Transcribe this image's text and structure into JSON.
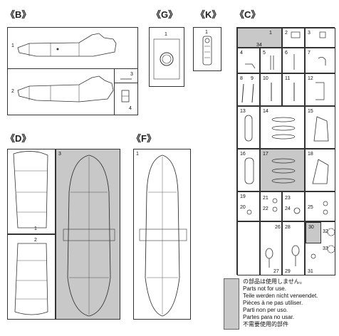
{
  "sections": {
    "B": {
      "label": "《B》",
      "parts": [
        "1",
        "2",
        "3",
        "4"
      ]
    },
    "G": {
      "label": "《G》",
      "parts": [
        "1"
      ]
    },
    "K": {
      "label": "《K》",
      "parts": [
        "1"
      ]
    },
    "C": {
      "label": "《C》",
      "parts": [
        "1",
        "2",
        "3",
        "34",
        "4",
        "5",
        "6",
        "7",
        "8",
        "9",
        "10",
        "11",
        "12",
        "13",
        "14",
        "15",
        "16",
        "17",
        "18",
        "19",
        "20",
        "21",
        "22",
        "23",
        "24",
        "25",
        "26",
        "27",
        "28",
        "29",
        "30",
        "31",
        "32",
        "33"
      ]
    },
    "D": {
      "label": "《D》",
      "parts": [
        "1",
        "2",
        "3"
      ]
    },
    "F": {
      "label": "《F》",
      "parts": [
        "1"
      ]
    }
  },
  "legend": {
    "lines": [
      "の部品は使用しません。",
      "Parts not for use.",
      "Teile werden nicht verwendet.",
      "Pièces à ne pas utiliser.",
      "Parti non per uso.",
      "Partes para no usar.",
      "不需要使用的部件"
    ]
  },
  "colors": {
    "unused": "#c8c8c8",
    "line": "#333333"
  }
}
